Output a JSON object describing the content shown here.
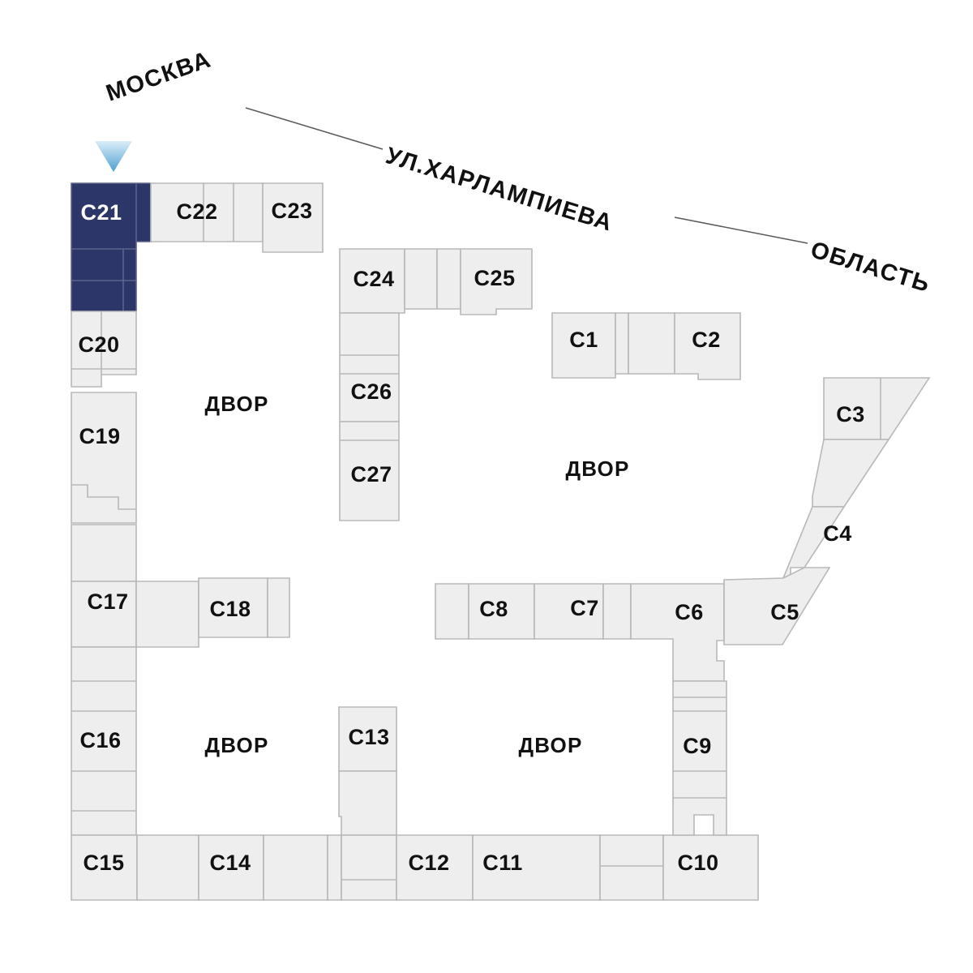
{
  "plan": {
    "title": "Site plan",
    "colors": {
      "building_fill": "#eeeeee",
      "building_stroke": "#b8b8b8",
      "selected_fill": "#2c3668",
      "selected_stroke": "#5b648c",
      "label_text": "#111111",
      "selected_label_text": "#ffffff",
      "leader_line": "#5a5a5a",
      "marker_top": "#d9ecf7",
      "marker_bottom": "#4e9fd0",
      "background": "#ffffff"
    },
    "selected_building": "С21"
  },
  "streets": [
    {
      "id": "moskva",
      "label": "МОСКВА",
      "rotation": -19
    },
    {
      "id": "harlampieva",
      "label": "УЛ.ХАРЛАМПИЕВА",
      "rotation": 17
    },
    {
      "id": "oblast",
      "label": "ОБЛАСТЬ",
      "rotation": 17
    }
  ],
  "yards": [
    {
      "id": "yard-top-left",
      "label": "ДВОР"
    },
    {
      "id": "yard-top-right",
      "label": "ДВОР"
    },
    {
      "id": "yard-bottom-left",
      "label": "ДВОР"
    },
    {
      "id": "yard-bottom-right",
      "label": "ДВОР"
    }
  ],
  "marker": {
    "id": "location-marker",
    "name": "location-pin-marker",
    "points_to": "С21"
  },
  "buildings": [
    {
      "id": "c21",
      "label": "С21",
      "selected": true
    },
    {
      "id": "c22",
      "label": "С22",
      "selected": false
    },
    {
      "id": "c23",
      "label": "С23",
      "selected": false
    },
    {
      "id": "c24",
      "label": "С24",
      "selected": false
    },
    {
      "id": "c25",
      "label": "С25",
      "selected": false
    },
    {
      "id": "c26",
      "label": "С26",
      "selected": false
    },
    {
      "id": "c27",
      "label": "С27",
      "selected": false
    },
    {
      "id": "c20",
      "label": "С20",
      "selected": false
    },
    {
      "id": "c19",
      "label": "С19",
      "selected": false
    },
    {
      "id": "c17",
      "label": "С17",
      "selected": false
    },
    {
      "id": "c18",
      "label": "С18",
      "selected": false
    },
    {
      "id": "c16",
      "label": "С16",
      "selected": false
    },
    {
      "id": "c15",
      "label": "С15",
      "selected": false
    },
    {
      "id": "c14",
      "label": "С14",
      "selected": false
    },
    {
      "id": "c13",
      "label": "С13",
      "selected": false
    },
    {
      "id": "c12",
      "label": "С12",
      "selected": false
    },
    {
      "id": "c11",
      "label": "С11",
      "selected": false
    },
    {
      "id": "c10",
      "label": "С10",
      "selected": false
    },
    {
      "id": "c9",
      "label": "С9",
      "selected": false
    },
    {
      "id": "c8",
      "label": "С8",
      "selected": false
    },
    {
      "id": "c7",
      "label": "С7",
      "selected": false
    },
    {
      "id": "c6",
      "label": "С6",
      "selected": false
    },
    {
      "id": "c5",
      "label": "С5",
      "selected": false
    },
    {
      "id": "c4",
      "label": "С4",
      "selected": false
    },
    {
      "id": "c3",
      "label": "С3",
      "selected": false
    },
    {
      "id": "c2",
      "label": "С2",
      "selected": false
    },
    {
      "id": "c1",
      "label": "С1",
      "selected": false
    }
  ]
}
